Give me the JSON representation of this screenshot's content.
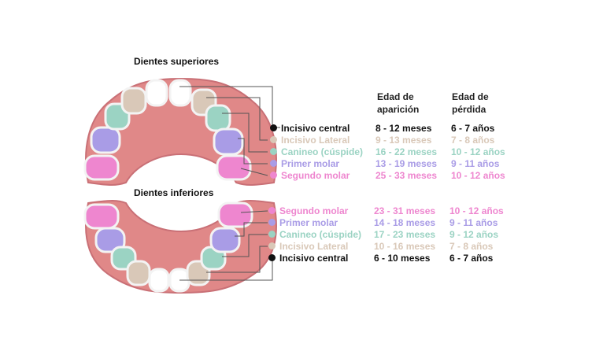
{
  "colors": {
    "black": "#111111",
    "lateral": "#d9c8b8",
    "canine": "#9bd3c3",
    "molar1": "#a99ce6",
    "molar2": "#ee86cf",
    "gum": "#e08888",
    "gum_outline": "#c97076"
  },
  "upper": {
    "title": "Dientes superiores",
    "rows": [
      {
        "name": "Incisivo central",
        "appear": "8 - 12 meses",
        "lose": "6 - 7 años",
        "color": "#111111"
      },
      {
        "name": "Incisivo Lateral",
        "appear": "9 - 13 meses",
        "lose": "7 - 8 años",
        "color": "#d9c8b8"
      },
      {
        "name": "Canineo (cúspide)",
        "appear": "16 - 22 meses",
        "lose": "10 - 12 años",
        "color": "#9bd3c3"
      },
      {
        "name": "Primer molar",
        "appear": "13 - 19 meses",
        "lose": "9 - 11 años",
        "color": "#a99ce6"
      },
      {
        "name": "Segundo molar",
        "appear": "25 - 33 meses",
        "lose": "10 - 12 años",
        "color": "#ee86cf"
      }
    ]
  },
  "lower": {
    "title": "Dientes inferiores",
    "rows": [
      {
        "name": "Segundo molar",
        "appear": "23 - 31 meses",
        "lose": "10 - 12 años",
        "color": "#ee86cf"
      },
      {
        "name": "Primer molar",
        "appear": "14 - 18 meses",
        "lose": "9 - 11 años",
        "color": "#a99ce6"
      },
      {
        "name": "Canineo (cúspide)",
        "appear": "17 - 23 meses",
        "lose": "9 - 12 años",
        "color": "#9bd3c3"
      },
      {
        "name": "Incisivo Lateral",
        "appear": "10 - 16 meses",
        "lose": "7 - 8 años",
        "color": "#d9c8b8"
      },
      {
        "name": "Incisivo central",
        "appear": "6 - 10 meses",
        "lose": "6 - 7 años",
        "color": "#111111"
      }
    ]
  },
  "headers": {
    "appear": [
      "Edad de",
      "aparición"
    ],
    "lose": [
      "Edad de",
      "pérdida"
    ]
  }
}
